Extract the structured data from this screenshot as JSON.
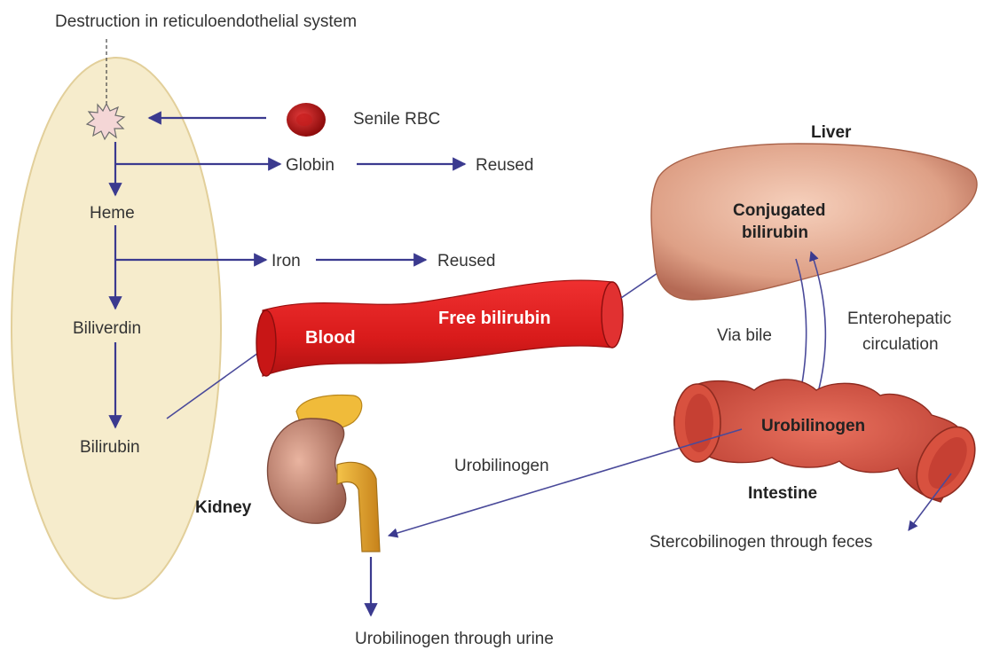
{
  "labels": {
    "destruction": "Destruction in reticuloendothelial system",
    "senile_rbc": "Senile RBC",
    "globin": "Globin",
    "reused_globin": "Reused",
    "heme": "Heme",
    "iron": "Iron",
    "reused_iron": "Reused",
    "biliverdin": "Biliverdin",
    "bilirubin": "Bilirubin",
    "blood": "Blood",
    "free_bilirubin": "Free bilirubin",
    "liver": "Liver",
    "conjugated_1": "Conjugated",
    "conjugated_2": "bilirubin",
    "via_bile": "Via bile",
    "enterohepatic_1": "Enterohepatic",
    "enterohepatic_2": "circulation",
    "urobilinogen_intestine": "Urobilinogen",
    "intestine": "Intestine",
    "stercobilinogen": "Stercobilinogen through feces",
    "urobilinogen_path": "Urobilinogen",
    "kidney": "Kidney",
    "urobilinogen_urine": "Urobilinogen through urine"
  },
  "colors": {
    "arrow": "#3b3a8f",
    "re_system_fill": "#f6eccc",
    "blood_vessel": "#dd1f1f",
    "liver": "#e3ab8f",
    "intestine": "#d6493a",
    "kidney": "#c98a74",
    "ureter": "#e0a631"
  }
}
